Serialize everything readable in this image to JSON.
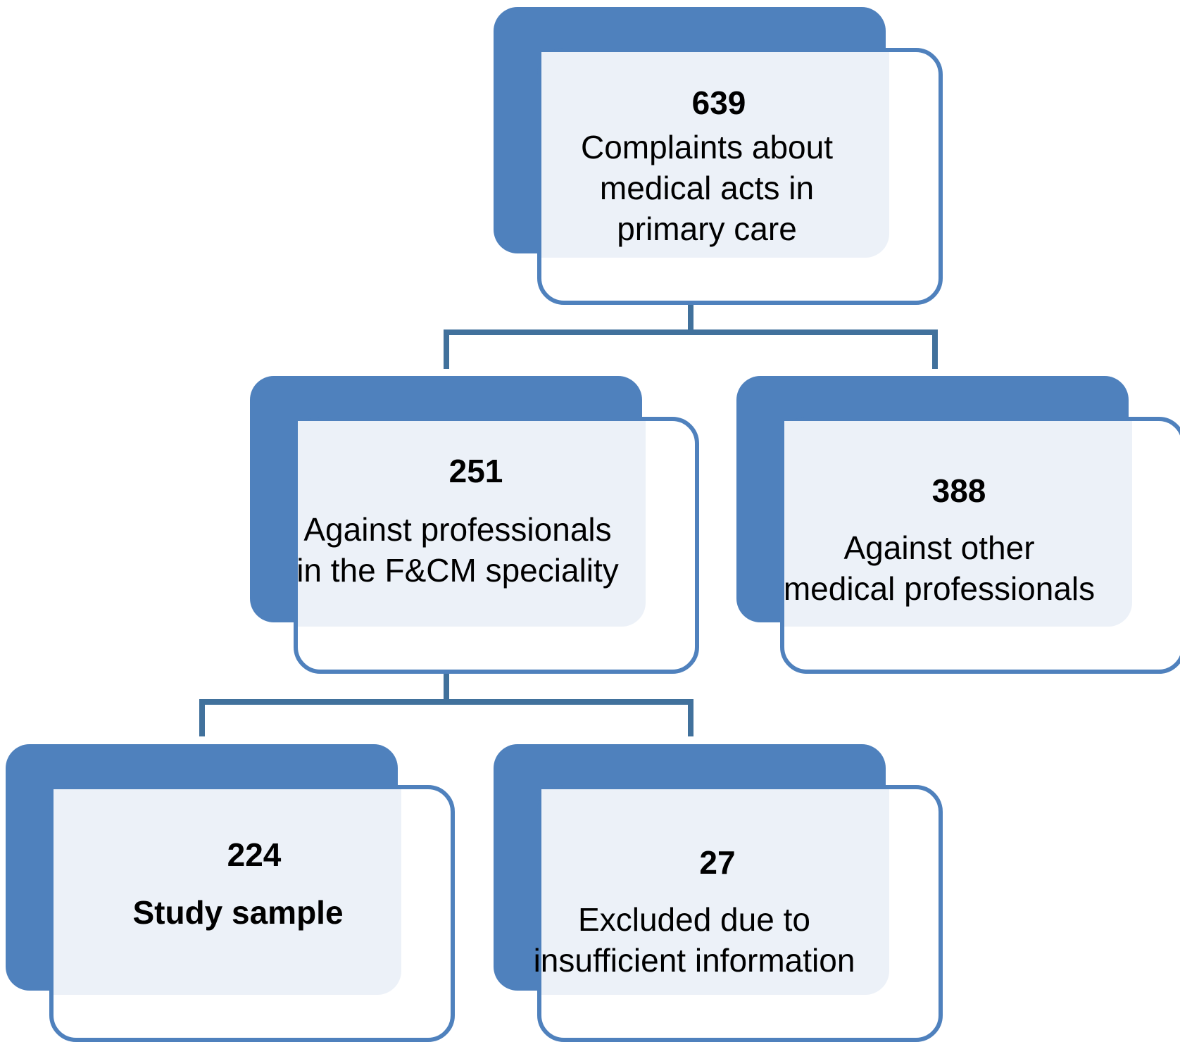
{
  "nodes": {
    "total": {
      "count": "639",
      "label": "Complaints about\nmedical acts in\nprimary care"
    },
    "fcm": {
      "count": "251",
      "label": "Against professionals\nin the F&CM speciality"
    },
    "other": {
      "count": "388",
      "label": "Against other\nmedical professionals"
    },
    "sample": {
      "count": "224",
      "label": "Study sample"
    },
    "excluded": {
      "count": "27",
      "label": "Excluded due to\ninsufficient information"
    }
  },
  "colors": {
    "box_fill": "#4f81bd",
    "box_border": "#4f81bd",
    "box_tint": "#ecf1f8",
    "connector": "#41719c"
  }
}
